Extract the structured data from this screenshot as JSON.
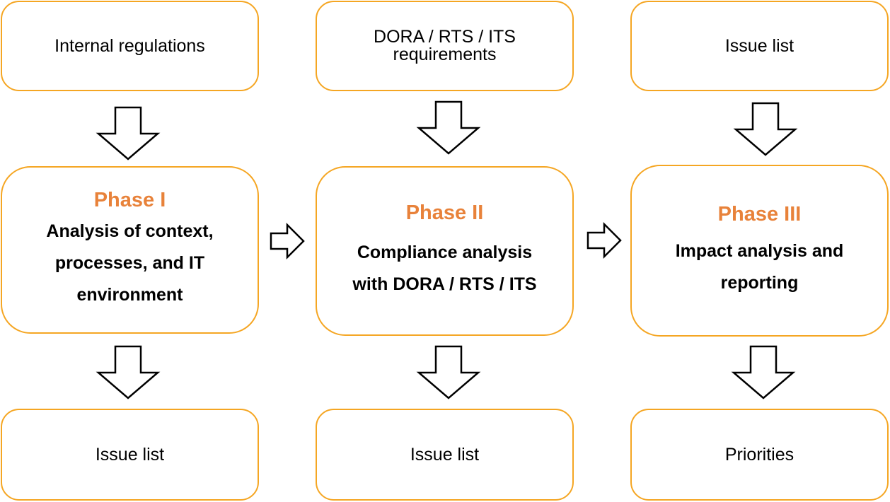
{
  "columns": [
    {
      "input": [
        "Internal regulations"
      ],
      "phase_title": "Phase I",
      "phase_description": "Analysis of context,\nprocesses, and IT\nenvironment",
      "output": "Issue list"
    },
    {
      "input": [
        "DORA / RTS / ITS",
        "requirements"
      ],
      "phase_title": "Phase II",
      "phase_description": "Compliance analysis\nwith DORA / RTS / ITS",
      "output": "Issue list"
    },
    {
      "input": [
        "Issue list"
      ],
      "phase_title": "Phase III",
      "phase_description": "Impact analysis and\nreporting",
      "output": "Priorities"
    }
  ],
  "colors": {
    "box_border": "#f5a623",
    "phase_title": "#e8823a",
    "arrow_stroke": "#000000"
  }
}
